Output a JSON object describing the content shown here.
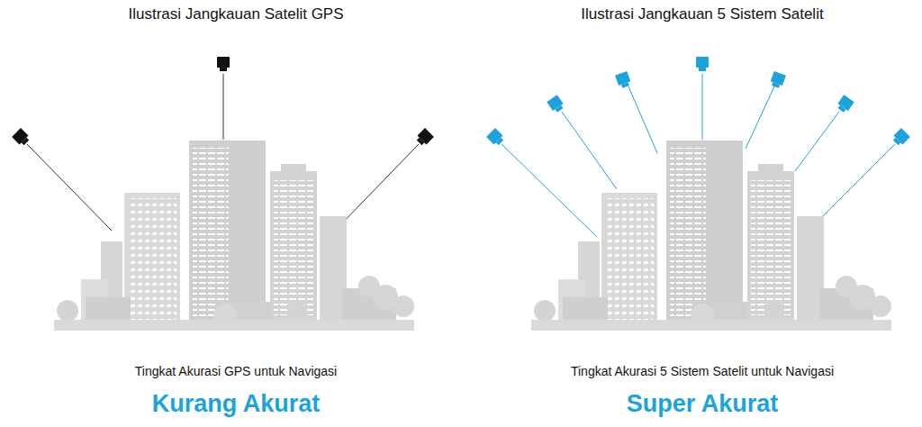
{
  "diagram": {
    "labels": [
      "Ilustrasi Jangkauan Satelit GPS",
      "Ilustrasi Jangkauan 5 Sistem Satelit",
      "Tingkat Akurasi GPS untuk Navigasi",
      "Kurang Akurat",
      "Tingkat Akurasi 5 Sistem Satelit untuk Navigasi",
      "Super Akurat"
    ]
  }
}
